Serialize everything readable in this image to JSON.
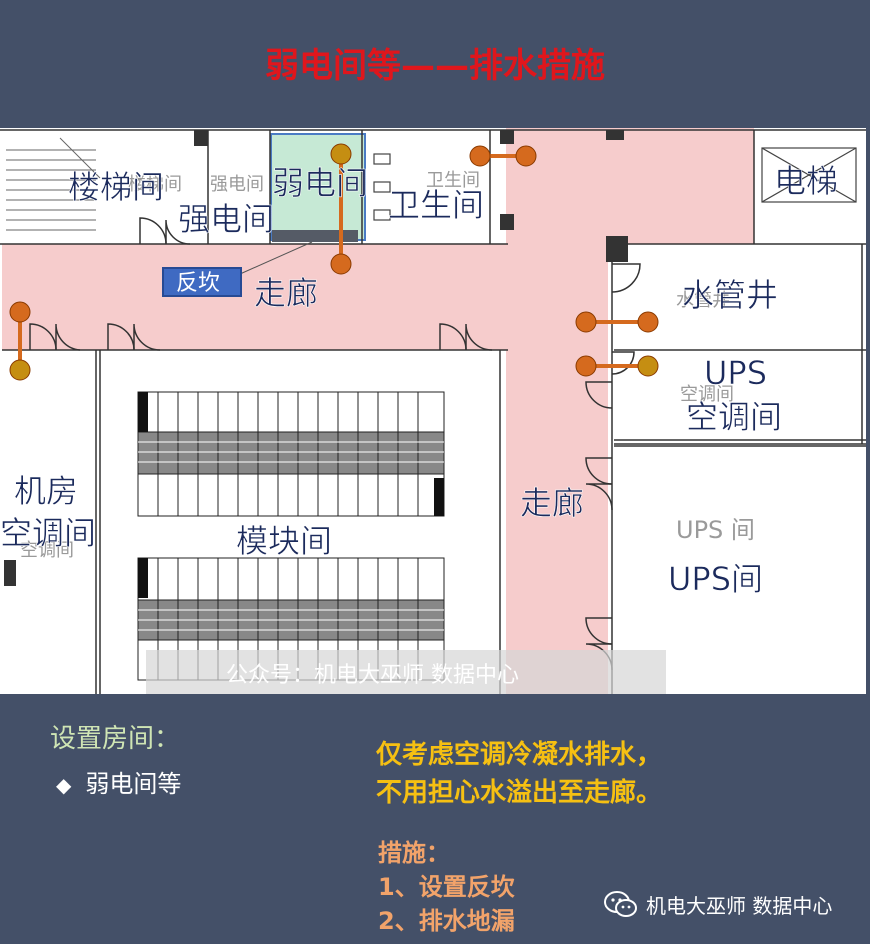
{
  "title": "弱电间等——排水措施",
  "plan": {
    "stair_room": "楼梯间",
    "strong_room": "强电间",
    "weak_room": "弱电间",
    "toilet": "卫生间",
    "elevator": "电梯",
    "ramp_tag": "反坎",
    "corridor_top": "走廊",
    "water_shaft": "水管井",
    "ups_ac_line1": "UPS",
    "ups_ac_line2": "空调间",
    "machine_ac_line1": "机房",
    "machine_ac_line2": "空调间",
    "module_room": "模块间",
    "corridor_right": "走廊",
    "ups_room_cad": "UPS 间",
    "ups_room": "UPS间",
    "cad_stair": "楼梯间",
    "cad_strong": "强电间",
    "cad_toilet": "卫生间",
    "cad_shaft": "水管井",
    "cad_ups_ac": "空调间",
    "cad_machine_ac": "空调间",
    "watermark": "公众号：机电大巫师 数据中心"
  },
  "bottom": {
    "setup_label": "设置房间：",
    "setup_item": "弱电间等",
    "note_line1": "仅考虑空调冷凝水排水，",
    "note_line2": "不用担心水溢出至走廊。",
    "measures_title": "措施：",
    "measure1": "1、设置反坎",
    "measure2": "2、排水地漏",
    "wechat_label": "机电大巫师 数据中心"
  },
  "colors": {
    "background": "#445068",
    "title": "#e0161c",
    "corridor_fill": "#f6cccc",
    "weak_room_fill": "#c6e9d5",
    "pipe": "#d56a1e",
    "drain_dot": "#c58e12",
    "room_label": "#1b2a5c",
    "note": "#f6c012",
    "measure": "#f2a36a",
    "setup_label": "#cfe5b4"
  }
}
